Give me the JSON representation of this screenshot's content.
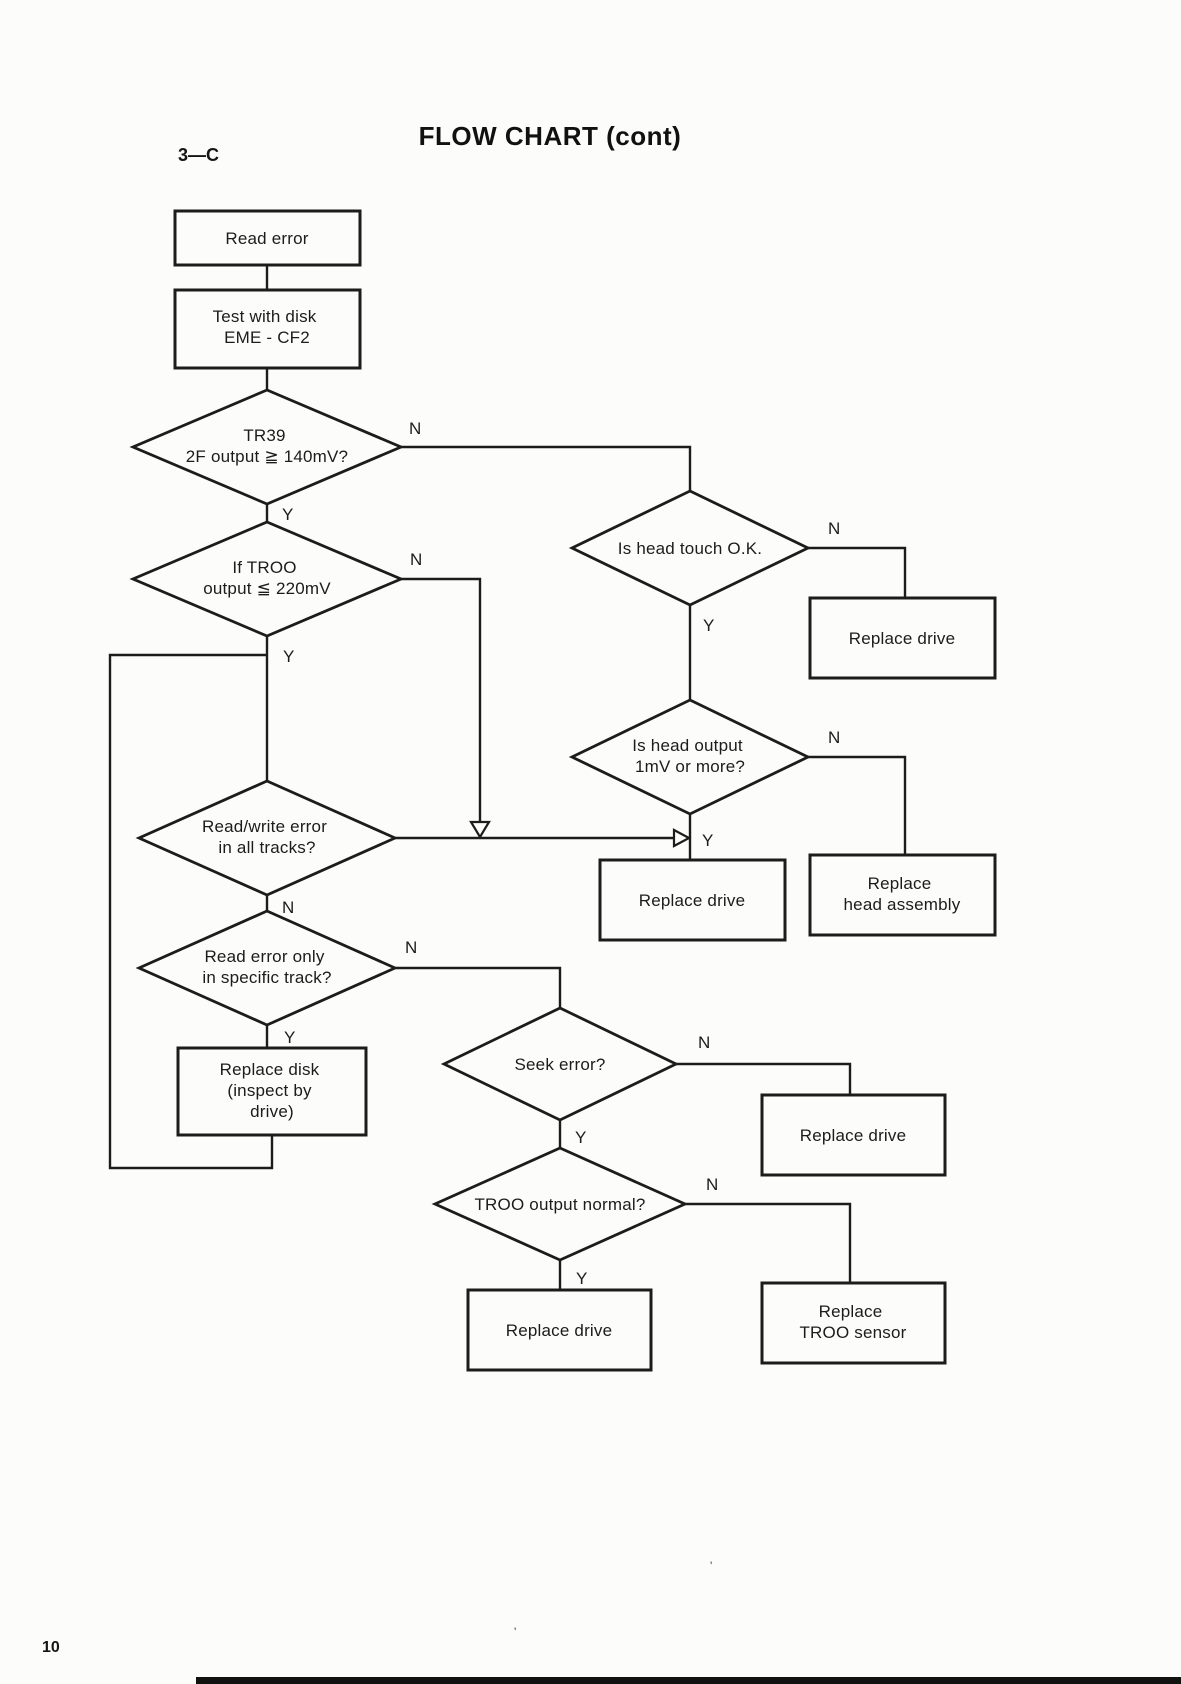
{
  "page": {
    "section_label": "3—C",
    "title": "FLOW CHART (cont)",
    "page_number": "10",
    "stray_mark": "'",
    "colors": {
      "ink": "#1c1c1c",
      "paper": "#fcfcfa"
    }
  },
  "labels": {
    "yes": "Y",
    "no": "N"
  },
  "nodes": {
    "read_error": {
      "type": "process",
      "label": "Read error"
    },
    "test_disk": {
      "type": "process",
      "line1": "Test with disk",
      "line2": "EME - CF2"
    },
    "tr39_output": {
      "type": "decision",
      "line1": "TR39",
      "line2": "2F output ≧ 140mV?"
    },
    "head_touch": {
      "type": "decision",
      "label": "Is head touch O.K."
    },
    "replace_drive_top": {
      "type": "action",
      "label": "Replace drive"
    },
    "troo_220": {
      "type": "decision",
      "line1": "If TROO",
      "line2": "output ≦ 220mV"
    },
    "head_output": {
      "type": "decision",
      "line1": "Is head output",
      "line2": "1mV or more?"
    },
    "replace_drive_mid": {
      "type": "action",
      "label": "Replace drive"
    },
    "replace_head_assembly": {
      "type": "action",
      "line1": "Replace",
      "line2": "head assembly"
    },
    "rw_error_all_tracks": {
      "type": "decision",
      "line1": "Read/write error",
      "line2": "in all tracks?"
    },
    "read_error_specific": {
      "type": "decision",
      "line1": "Read error only",
      "line2": "in specific track?"
    },
    "replace_disk": {
      "type": "action",
      "line1": "Replace disk",
      "line2": "(inspect by",
      "line3": "drive)"
    },
    "seek_error": {
      "type": "decision",
      "label": "Seek error?"
    },
    "replace_drive_seek": {
      "type": "action",
      "label": "Replace drive"
    },
    "troo_normal": {
      "type": "decision",
      "label": "TROO output normal?"
    },
    "replace_drive_bottom": {
      "type": "action",
      "label": "Replace drive"
    },
    "replace_troo_sensor": {
      "type": "action",
      "line1": "Replace",
      "line2": "TROO sensor"
    }
  }
}
